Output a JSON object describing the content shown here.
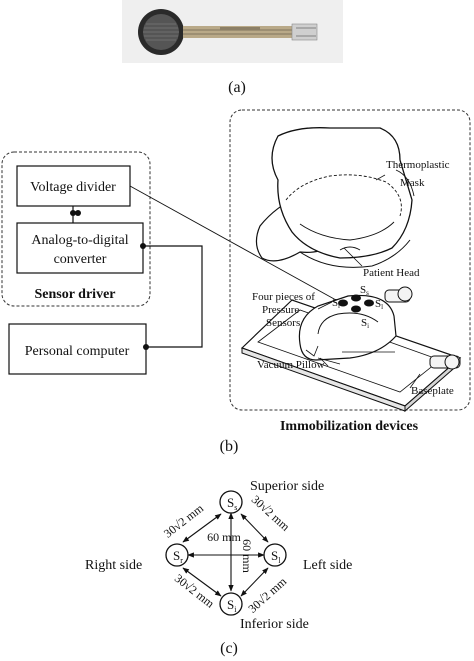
{
  "panel_a": {
    "caption": "(a)"
  },
  "panel_b": {
    "caption": "(b)",
    "sensor_driver": {
      "title": "Sensor driver",
      "voltage_divider": "Voltage divider",
      "adc_line1": "Analog-to-digital",
      "adc_line2": "converter"
    },
    "personal_computer": "Personal computer",
    "immobilization": {
      "title": "Immobilization devices",
      "thermoplastic_line1": "Thermoplastic",
      "thermoplastic_line2": "Mask",
      "patient_head": "Patient Head",
      "four_pieces_line1": "Four pieces of",
      "four_pieces_line2": "Pressure",
      "four_pieces_line3": "Sensors",
      "vacuum_pillow": "Vacuum Pillow",
      "baseplate": "Baseplate"
    }
  },
  "panel_c": {
    "caption": "(c)",
    "superior_side": "Superior side",
    "inferior_side": "Inferior side",
    "right_side": "Right side",
    "left_side": "Left side",
    "diag_label": "30√2 mm",
    "horiz_label": "60  mm",
    "vert_label": "60 mm",
    "sensor_s": "S",
    "sub_s": "s",
    "sub_r": "r",
    "sub_l": "l",
    "sub_i": "i"
  }
}
